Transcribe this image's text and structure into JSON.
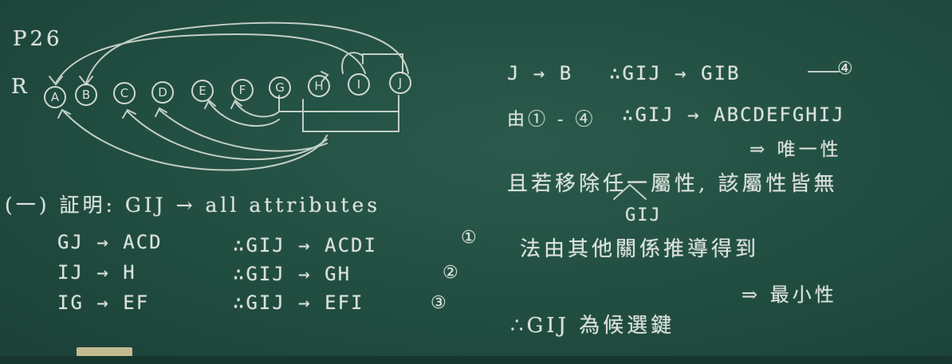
{
  "board": {
    "page_ref": "P26",
    "relation": "R",
    "attributes": [
      "A",
      "B",
      "C",
      "D",
      "E",
      "F",
      "G",
      "H",
      "I",
      "J"
    ]
  },
  "left": {
    "proof_title": "(一) 証明: GIJ → all attributes",
    "lines": [
      {
        "fd": "GJ → ACD",
        "result": "∴GIJ → ACDI",
        "num": "①"
      },
      {
        "fd": "IJ → H",
        "result": "∴GIJ → GH",
        "num": "②"
      },
      {
        "fd": "IG → EF",
        "result": "∴GIJ → EFI",
        "num": "③"
      }
    ]
  },
  "right": {
    "line1_fd": "J → B",
    "line1_result": "∴GIJ → GIB",
    "line1_num": "④",
    "line2_prefix": "由① - ④",
    "line2_result": "∴GIJ → ABCDEFGHIJ",
    "line3": "⇒ 唯一性",
    "line4": "且若移除任一屬性, 該屬性皆無",
    "brace_label": "GIJ",
    "line5": "法由其他關係推導得到",
    "line6": "⇒ 最小性",
    "conclusion": "∴GIJ 為候選鍵"
  },
  "colors": {
    "board": "#214d41",
    "chalk": "#e9eee6"
  }
}
